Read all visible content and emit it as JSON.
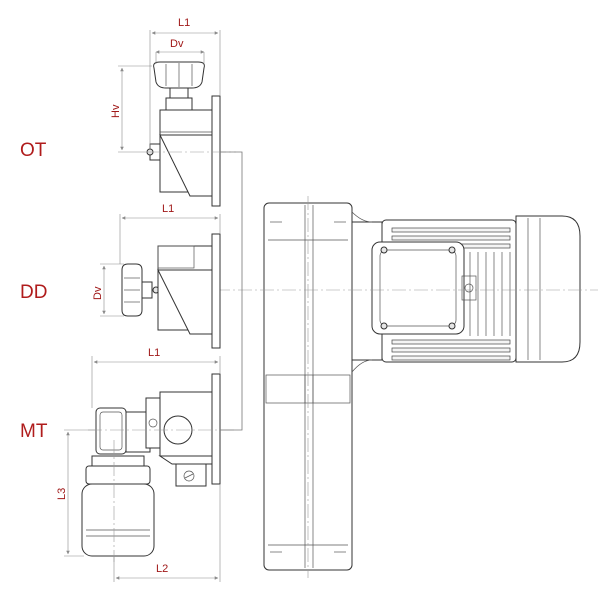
{
  "variants": [
    {
      "key": "OT",
      "label": "OT"
    },
    {
      "key": "DD",
      "label": "DD"
    },
    {
      "key": "MT",
      "label": "MT"
    }
  ],
  "dimensions": {
    "ot_l1": "L1",
    "ot_dv": "Dv",
    "ot_hv": "Hv",
    "dd_l1": "L1",
    "dd_dv": "Dv",
    "mt_l1": "L1",
    "mt_l2": "L2",
    "mt_l3": "L3"
  },
  "colors": {
    "label_red": "#b01c1c",
    "dimension_red": "#a01818",
    "outline": "#333333"
  }
}
